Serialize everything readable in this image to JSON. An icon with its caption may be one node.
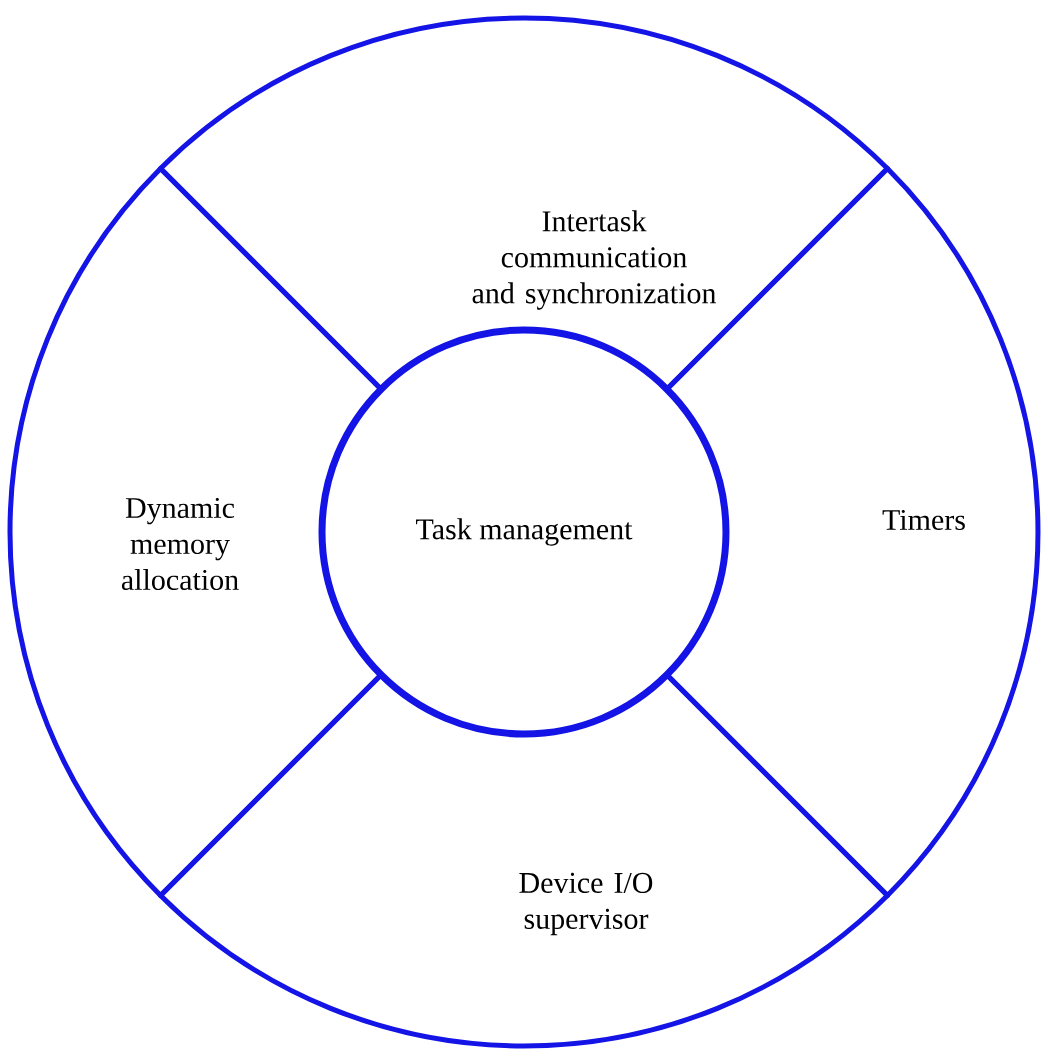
{
  "diagram": {
    "nodes": [
      {
        "text": [
          "Task management"
        ]
      },
      {
        "text": [
          "Intertask communication and synchronization"
        ]
      },
      {
        "text": [
          "Timers"
        ]
      },
      {
        "text": [
          "Device I/O supervisor"
        ]
      },
      {
        "text": [
          "Dynamic memory allocation"
        ]
      }
    ]
  }
}
